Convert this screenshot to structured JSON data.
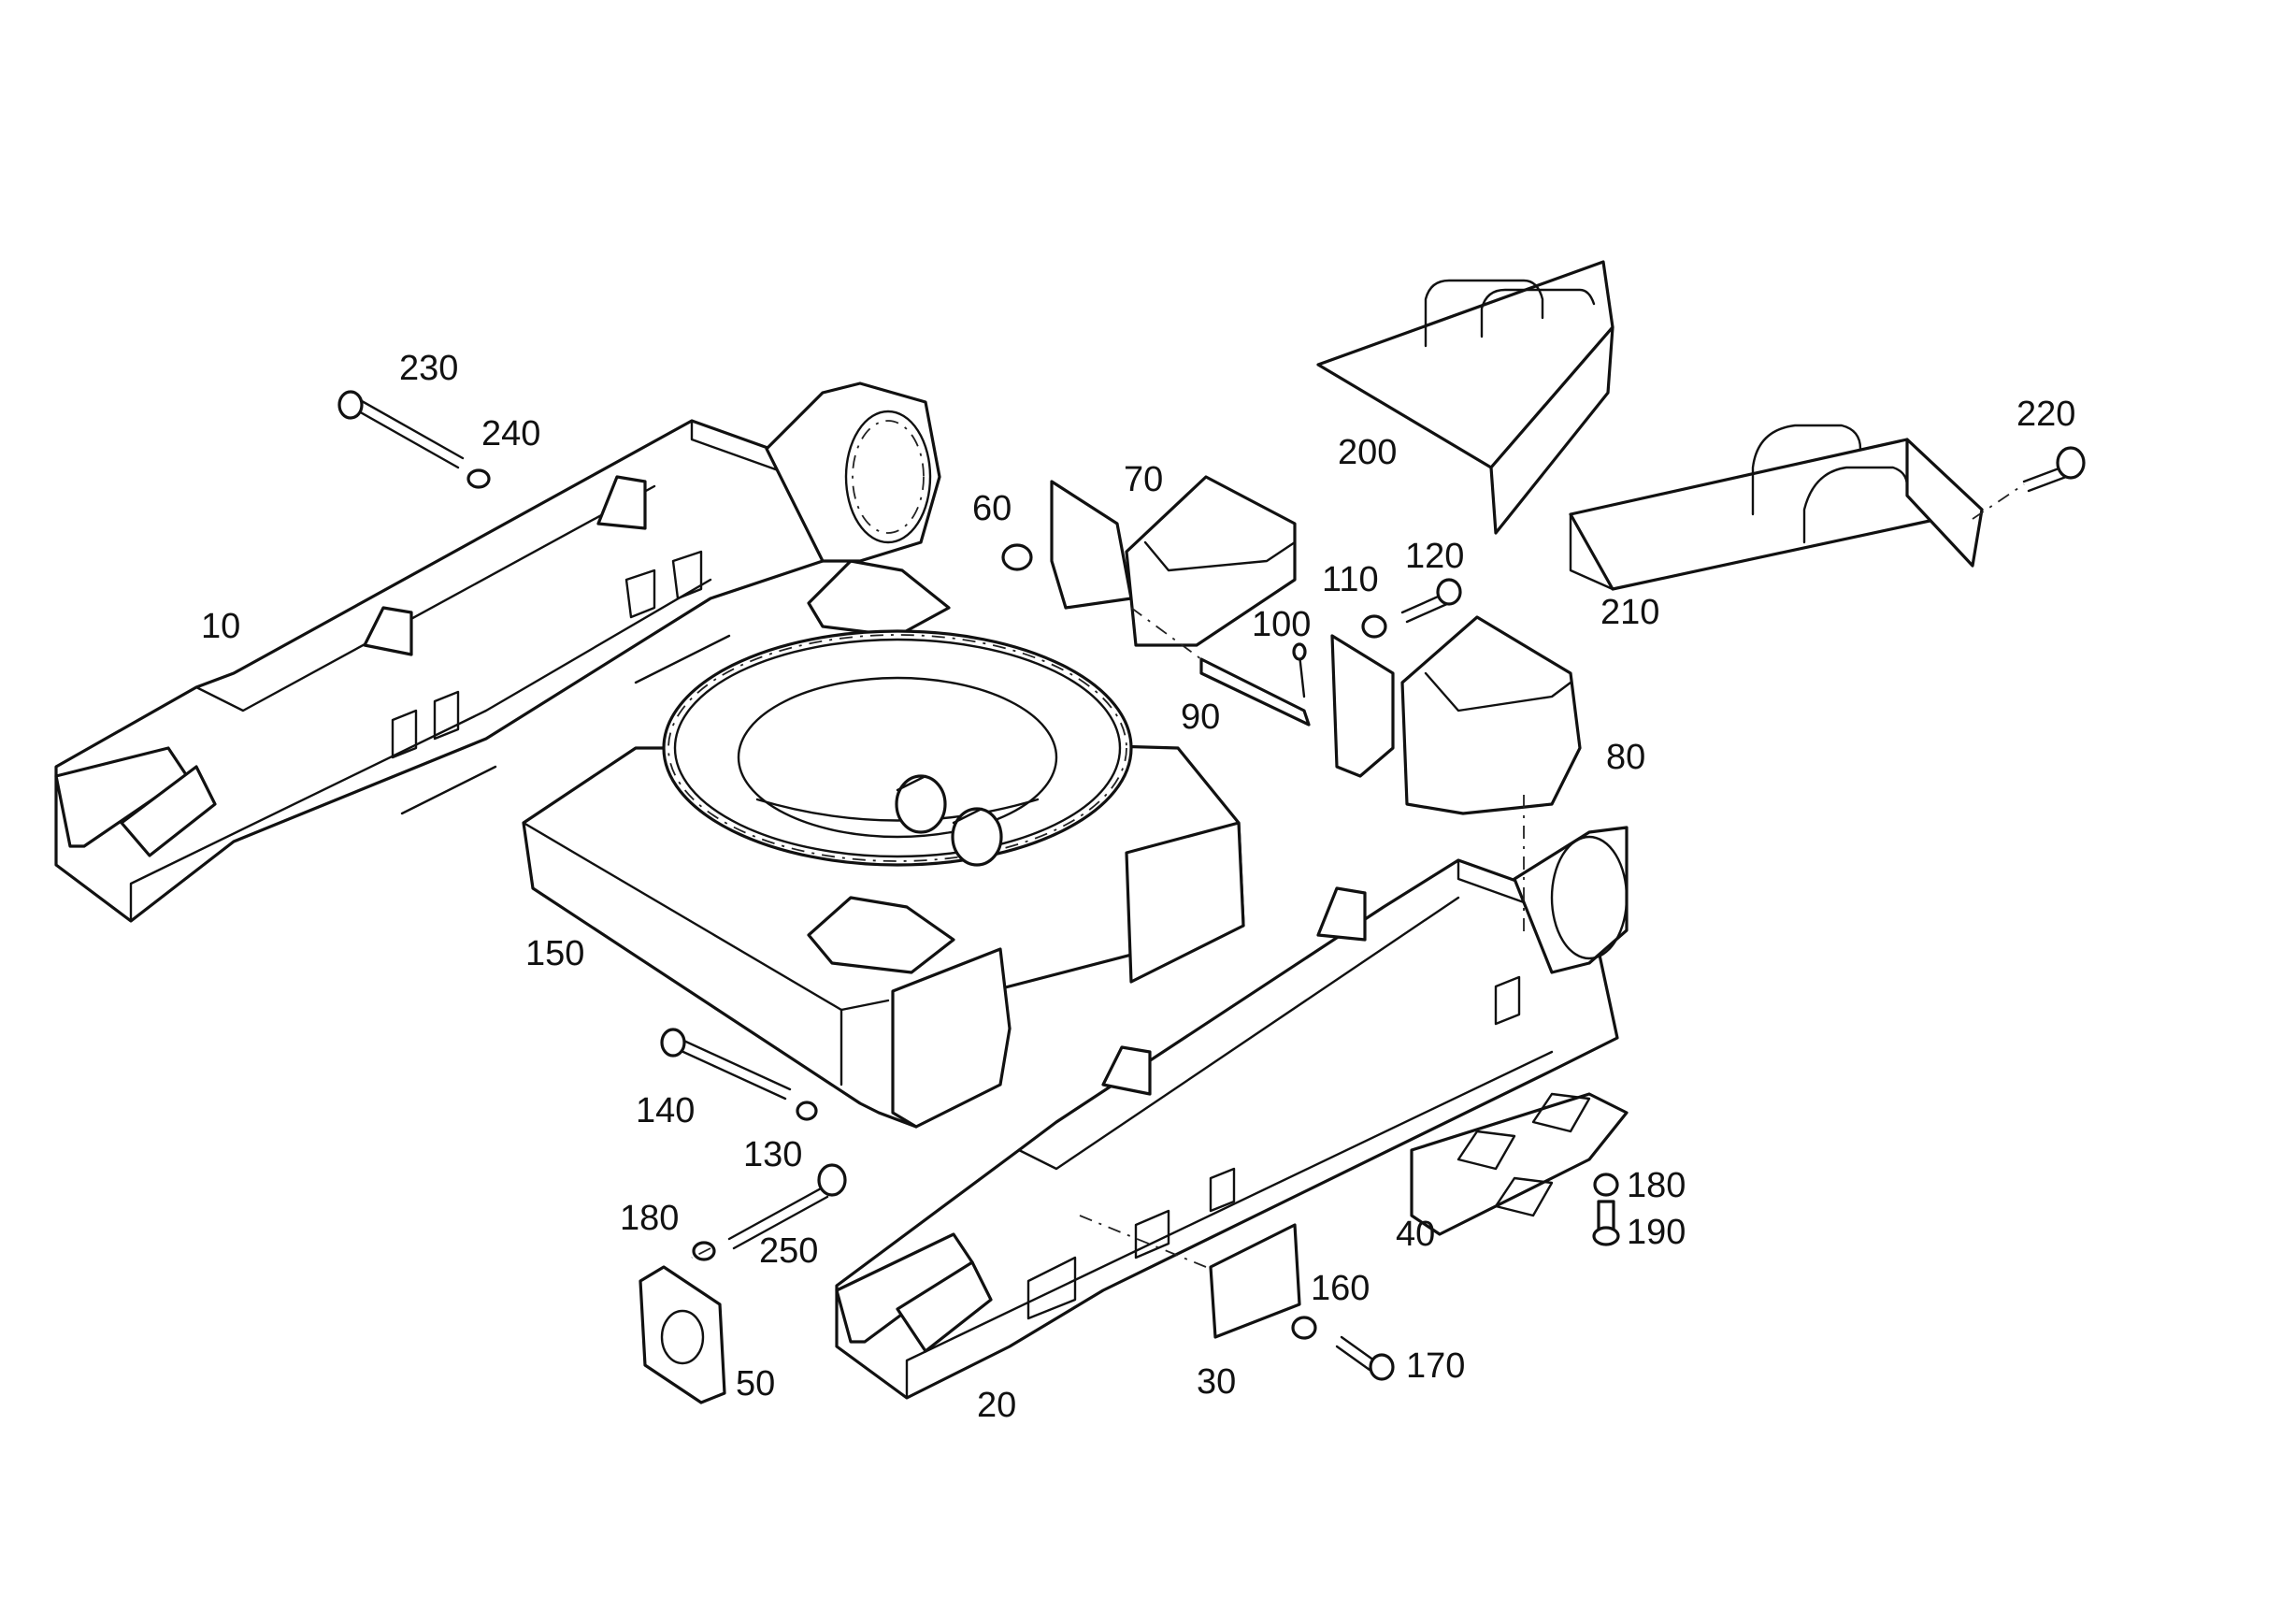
{
  "diagram": {
    "colors": {
      "line": "#111111",
      "background": "#ffffff"
    },
    "parts": [
      {
        "id": "p10",
        "label": "10"
      },
      {
        "id": "p20",
        "label": "20"
      },
      {
        "id": "p30",
        "label": "30"
      },
      {
        "id": "p40",
        "label": "40"
      },
      {
        "id": "p50",
        "label": "50"
      },
      {
        "id": "p60",
        "label": "60"
      },
      {
        "id": "p70",
        "label": "70"
      },
      {
        "id": "p80",
        "label": "80"
      },
      {
        "id": "p90",
        "label": "90"
      },
      {
        "id": "p100",
        "label": "100"
      },
      {
        "id": "p110",
        "label": "110"
      },
      {
        "id": "p120",
        "label": "120"
      },
      {
        "id": "p130",
        "label": "130"
      },
      {
        "id": "p140",
        "label": "140"
      },
      {
        "id": "p150",
        "label": "150"
      },
      {
        "id": "p160",
        "label": "160"
      },
      {
        "id": "p170",
        "label": "170"
      },
      {
        "id": "p180a",
        "label": "180"
      },
      {
        "id": "p180b",
        "label": "180"
      },
      {
        "id": "p190",
        "label": "190"
      },
      {
        "id": "p200",
        "label": "200"
      },
      {
        "id": "p210",
        "label": "210"
      },
      {
        "id": "p220",
        "label": "220"
      },
      {
        "id": "p230",
        "label": "230"
      },
      {
        "id": "p240",
        "label": "240"
      },
      {
        "id": "p250",
        "label": "250"
      }
    ]
  }
}
